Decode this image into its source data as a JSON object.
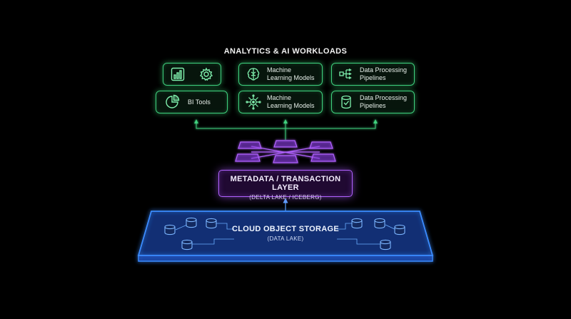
{
  "workloads": {
    "title": "ANALYTICS & AI WORKLOADS",
    "cards": [
      {
        "label": "",
        "icons": [
          "bar-chart-icon",
          "gear-icon"
        ]
      },
      {
        "label": "Machine Learning Models",
        "line1": "Machine",
        "line2": "Learning Models",
        "icon": "brain-icon"
      },
      {
        "label": "Data Processing Pipelines",
        "line1": "Data Processing",
        "line2": "Pipelines",
        "icon": "pipeline-flow-icon"
      },
      {
        "label": "BI Tools",
        "line1": "BI Tools",
        "line2": "",
        "icon": "pie-chart-icon"
      },
      {
        "label": "Machine Learning Models",
        "line1": "Machine",
        "line2": "Learning Models",
        "icon": "network-brain-icon"
      },
      {
        "label": "Data Processing Pipelines",
        "line1": "Data Processing",
        "line2": "Pipelines",
        "icon": "database-check-icon"
      }
    ]
  },
  "metadata_layer": {
    "title": "METADATA / TRANSACTION LAYER",
    "subtitle": "(DELTA LAKE / ICEBERG)"
  },
  "storage": {
    "title": "CLOUD OBJECT STORAGE",
    "subtitle": "(DATA LAKE)"
  },
  "colors": {
    "workload_accent": "#3fd07e",
    "metadata_accent": "#b162ff",
    "storage_accent": "#3b8cff",
    "background": "#000000"
  }
}
